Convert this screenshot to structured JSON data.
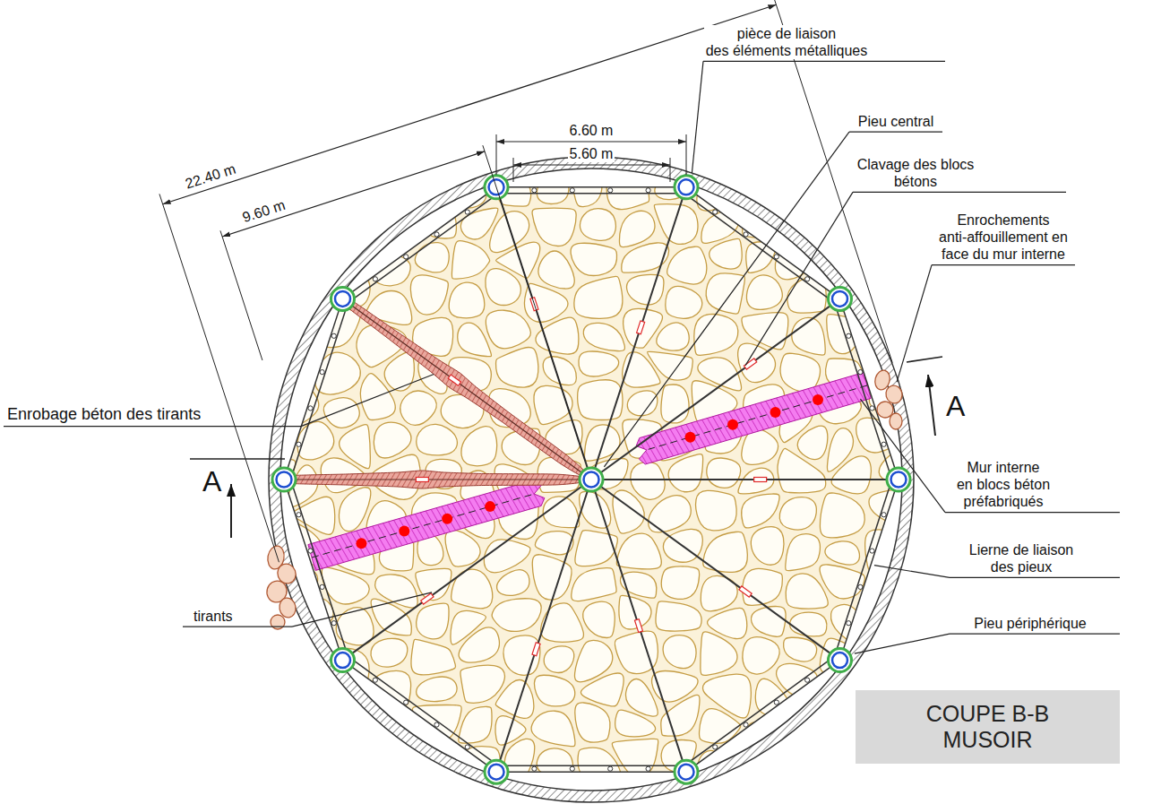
{
  "diagram": {
    "nodes": [
      {
        "text": [
          "COUPE B-B MUSOIR"
        ]
      }
    ],
    "labels": [
      "22.40 m",
      "9.60 m",
      "6.60 m",
      "5.60 m",
      "pièce de liaison des éléments métalliques",
      "Pieu central",
      "Clavage des blocs bétons",
      "Enrochements anti-affouillement en face du mur interne",
      "Enrobage béton des tirants",
      "A",
      "Mur interne en blocs béton préfabriqués",
      "A",
      "Lierne de liaison des pieux",
      "tirants",
      "Pieu périphérique"
    ]
  }
}
